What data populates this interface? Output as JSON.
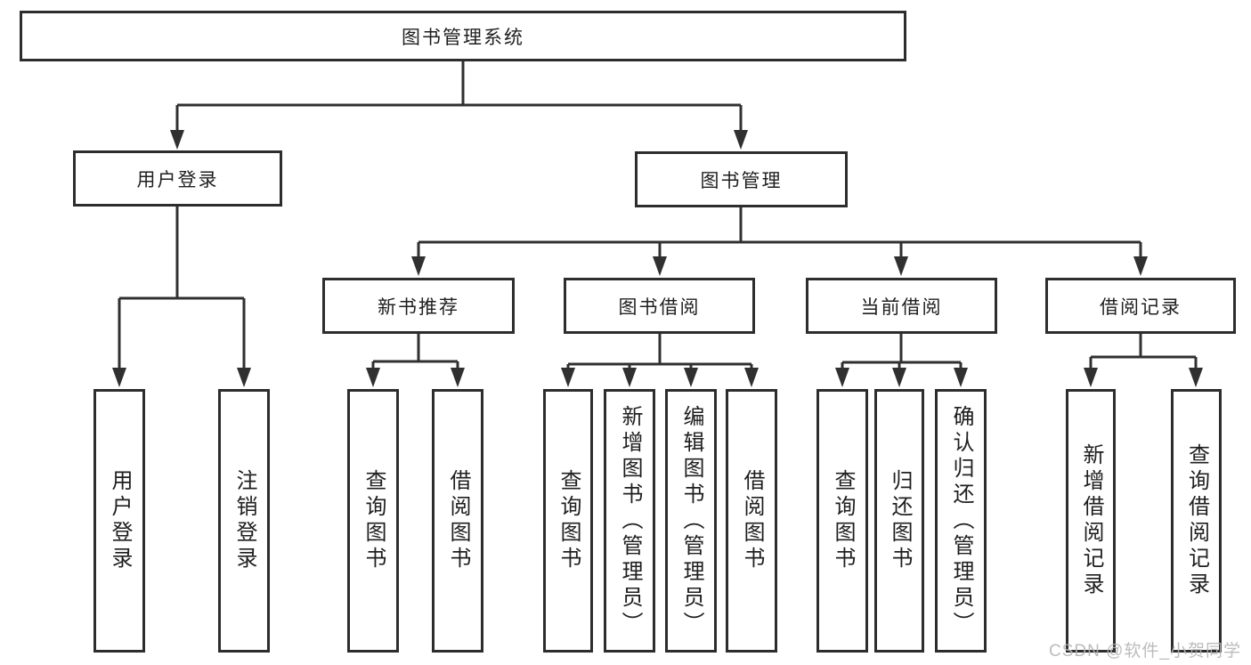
{
  "diagram": {
    "root": {
      "label": "图书管理系统"
    },
    "level2": [
      {
        "label": "用户登录",
        "children": [
          {
            "label": "用户登录"
          },
          {
            "label": "注销登录"
          }
        ]
      },
      {
        "label": "图书管理",
        "children": [
          {
            "label": "新书推荐",
            "children": [
              {
                "label": "查询图书"
              },
              {
                "label": "借阅图书"
              }
            ]
          },
          {
            "label": "图书借阅",
            "children": [
              {
                "label": "查询图书"
              },
              {
                "label": "新增图书（管理员）"
              },
              {
                "label": "编辑图书（管理员）"
              },
              {
                "label": "借阅图书"
              }
            ]
          },
          {
            "label": "当前借阅",
            "children": [
              {
                "label": "查询图书"
              },
              {
                "label": "归还图书"
              },
              {
                "label": "确认归还（管理员）"
              }
            ]
          },
          {
            "label": "借阅记录",
            "children": [
              {
                "label": "新增借阅记录"
              },
              {
                "label": "查询借阅记录"
              }
            ]
          }
        ]
      }
    ]
  },
  "watermark": {
    "text": "CSDN @软件_小贺同学"
  },
  "colors": {
    "line": "#303030",
    "box_border": "#2d2d2d",
    "text": "#1f1f1f",
    "watermark": "#b5b5b5",
    "background": "#ffffff"
  }
}
